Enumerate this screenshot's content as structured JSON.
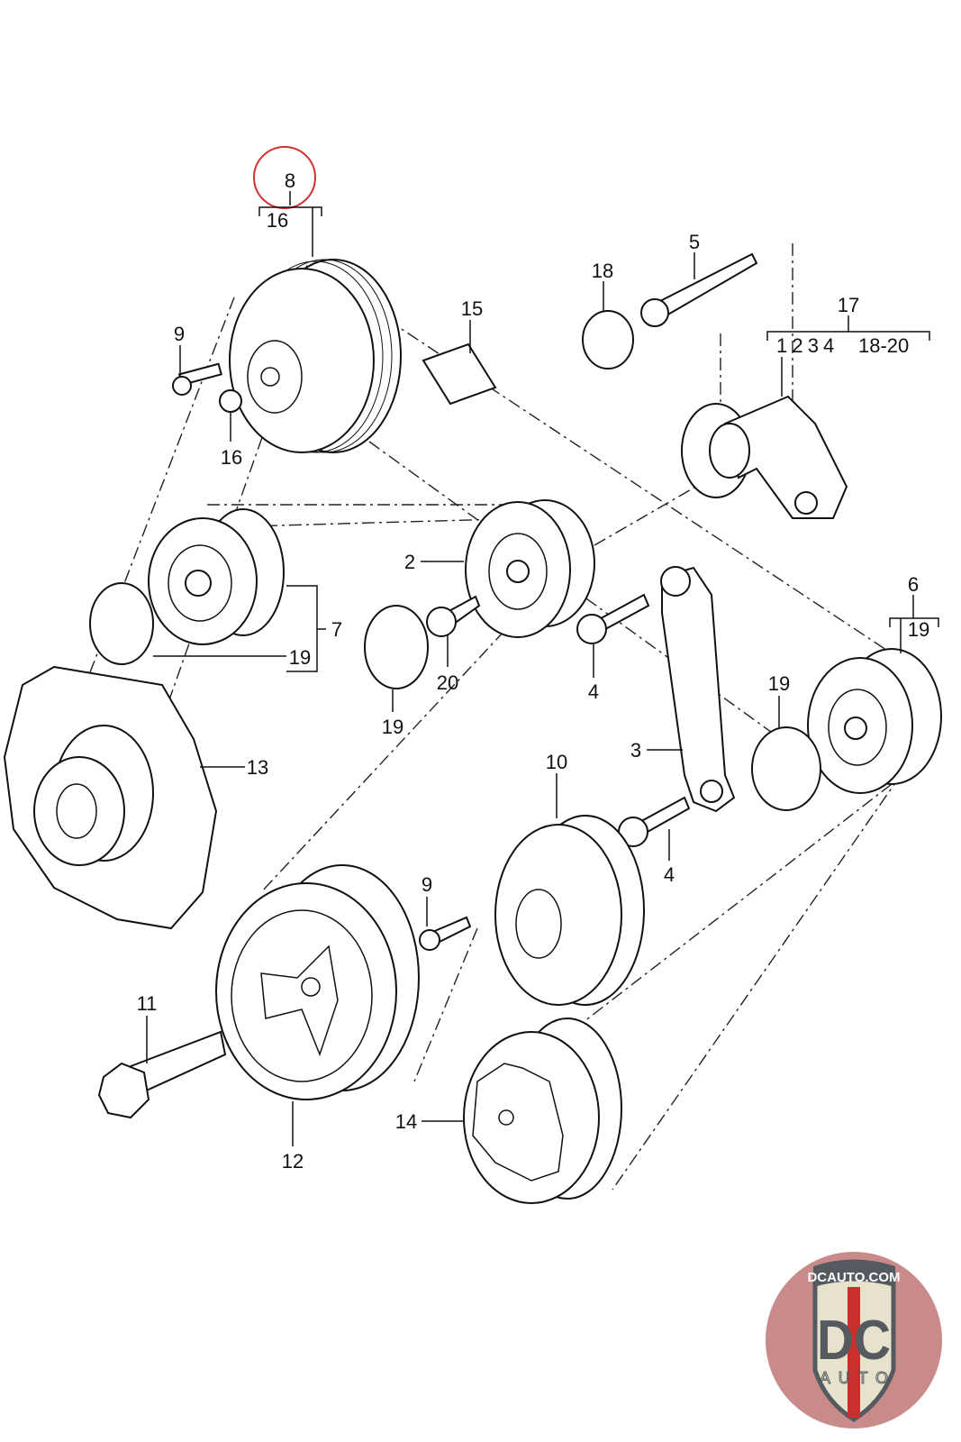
{
  "diagram": {
    "labels": [
      "8",
      "16",
      "9",
      "16",
      "15",
      "18",
      "5",
      "17",
      "1 2 3 4",
      "18-20",
      "2",
      "7",
      "19",
      "20",
      "19",
      "4",
      "6",
      "19",
      "19",
      "13",
      "3",
      "10",
      "4",
      "9",
      "11",
      "12",
      "14"
    ],
    "highlight_color": "#d32f2f"
  },
  "logo": {
    "url_text": "DCAUTO.COM",
    "mark": "DC",
    "sub": "AUTO",
    "colors": {
      "background": "#c98a8a",
      "shield": "#e6e2cc",
      "letters": "#555a60",
      "stripe": "#c9302c"
    }
  }
}
